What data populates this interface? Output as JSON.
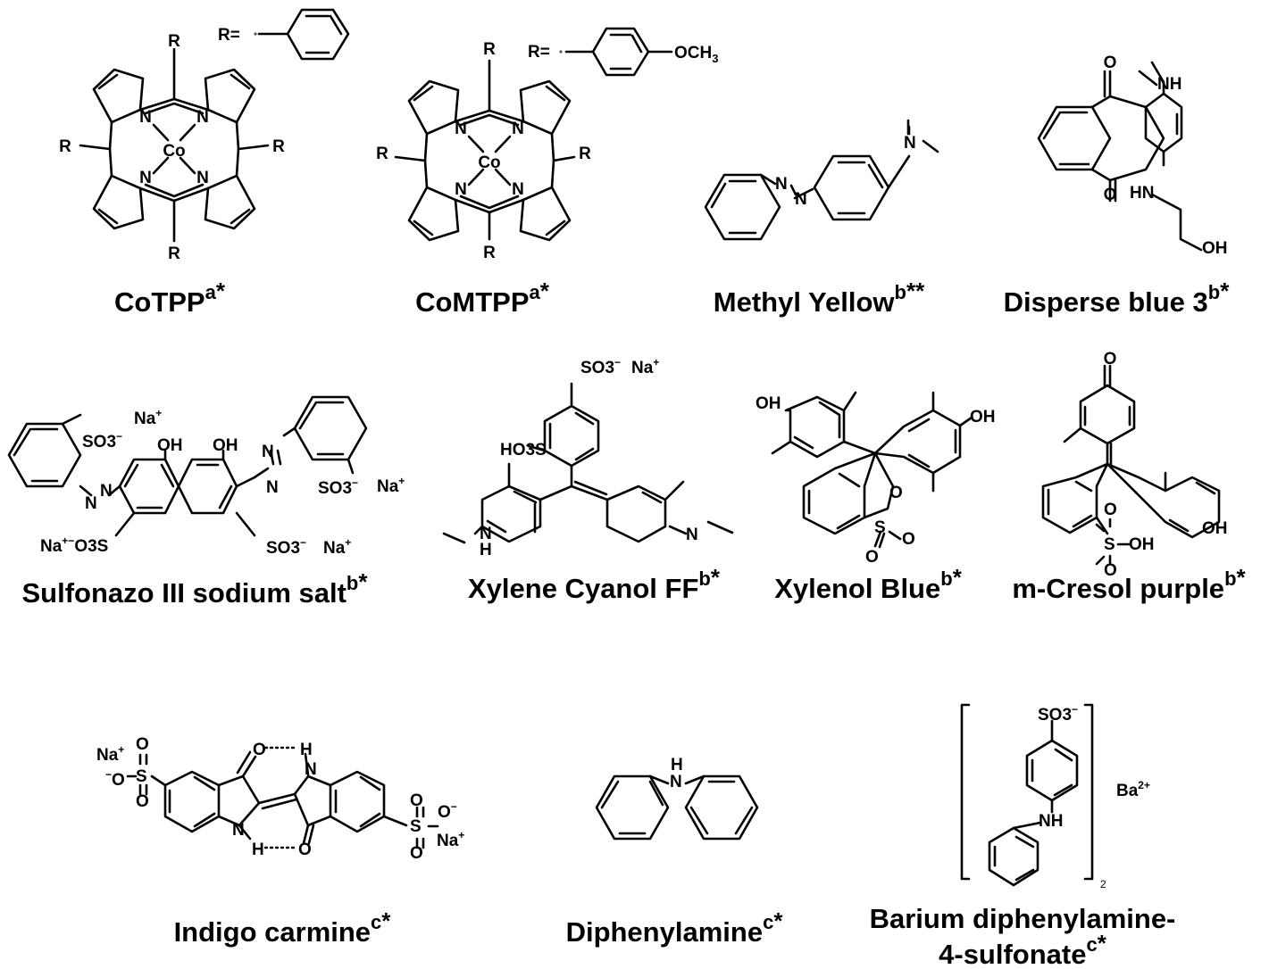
{
  "compounds": [
    {
      "id": "cotpp",
      "name": "CoTPP",
      "sup": "a",
      "mark": "*",
      "labels": {
        "R": "R",
        "N": "N",
        "Co": "Co",
        "R_def": "R="
      }
    },
    {
      "id": "comtpp",
      "name": "CoMTPP",
      "sup": "a",
      "mark": "*",
      "labels": {
        "R": "R",
        "N": "N",
        "Co": "Co",
        "R_def": "R=",
        "OCH3": "OCH3"
      }
    },
    {
      "id": "methyl-yellow",
      "name": "Methyl Yellow",
      "sup": "b",
      "mark": "**",
      "labels": {
        "N": "N"
      }
    },
    {
      "id": "disperse-blue-3",
      "name": "Disperse blue 3",
      "sup": "b",
      "mark": "*",
      "labels": {
        "O": "O",
        "NH": "NH",
        "HN": "HN",
        "OH": "OH"
      }
    },
    {
      "id": "sulfonazo-iii",
      "name": "Sulfonazo III sodium salt",
      "sup": "b",
      "mark": "*",
      "labels": {
        "SO3": "SO3",
        "minus": "−",
        "Na": "Na",
        "plus": "+",
        "OH": "OH",
        "N": "N",
        "O3S": "O3S"
      }
    },
    {
      "id": "xylene-cyanol",
      "name": "Xylene Cyanol FF",
      "sup": "b",
      "mark": "*",
      "labels": {
        "SO3": "SO3",
        "minus": "−",
        "Na": "Na",
        "plus": "+",
        "HO3S": "HO3S",
        "H": "H",
        "N": "N"
      }
    },
    {
      "id": "xylenol-blue",
      "name": "Xylenol Blue",
      "sup": "b",
      "mark": "*",
      "labels": {
        "OH": "OH",
        "O": "O",
        "S": "S"
      }
    },
    {
      "id": "m-cresol-purple",
      "name": "m-Cresol purple",
      "sup": "b",
      "mark": "*",
      "labels": {
        "O": "O",
        "S": "S",
        "OH": "OH"
      }
    },
    {
      "id": "indigo-carmine",
      "name": "Indigo carmine",
      "sup": "c",
      "mark": "*",
      "labels": {
        "Na": "Na",
        "plus": "+",
        "minus": "−",
        "O": "O",
        "S": "S",
        "H": "H",
        "N": "N"
      }
    },
    {
      "id": "diphenylamine",
      "name": "Diphenylamine",
      "sup": "c",
      "mark": "*",
      "labels": {
        "H": "H",
        "N": "N"
      }
    },
    {
      "id": "barium-dps",
      "name": "Barium diphenylamine-",
      "name_line2": "4-sulfonate",
      "sup": "c",
      "mark": "*",
      "labels": {
        "SO3": "SO3",
        "minus": "−",
        "NH": "NH",
        "Ba": "Ba",
        "charge": "2+",
        "sub2": "2"
      }
    }
  ]
}
